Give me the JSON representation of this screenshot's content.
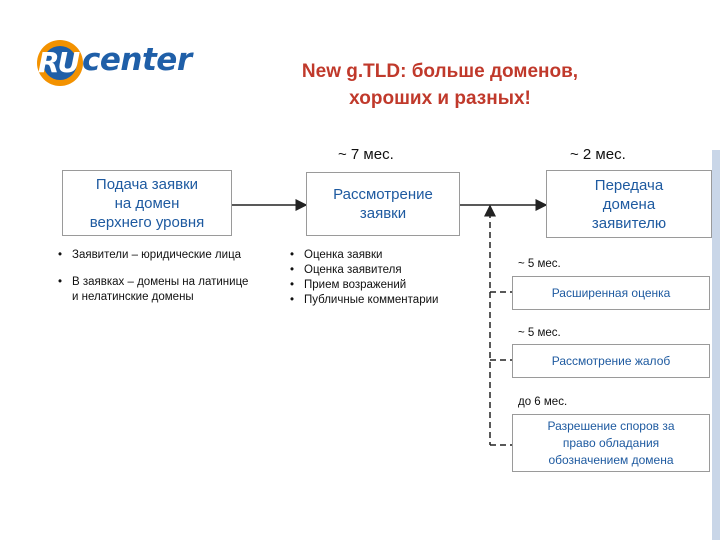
{
  "logo": {
    "prefix": "RU",
    "name": "center"
  },
  "title": {
    "line1": "New g.TLD: больше доменов,",
    "line2": "хороших и разных!"
  },
  "durations": {
    "stage2": "~ 7 мес.",
    "stage3": "~ 2 мес."
  },
  "stages": [
    {
      "lines": [
        "Подача заявки",
        "на домен",
        "верхнего уровня"
      ]
    },
    {
      "lines": [
        "Рассмотрение",
        "заявки"
      ]
    },
    {
      "lines": [
        "Передача",
        "домена",
        "заявителю"
      ]
    }
  ],
  "stage1_bullets": [
    "Заявители – юридические лица",
    "В заявках – домены на латинице и нелатинские домены"
  ],
  "stage2_bullets": [
    "Оценка заявки",
    "Оценка заявителя",
    "Прием возражений",
    "Публичные комментарии"
  ],
  "substages": [
    {
      "duration": "~ 5 мес.",
      "lines": [
        "Расширенная оценка"
      ]
    },
    {
      "duration": "~ 5 мес.",
      "lines": [
        "Рассмотрение жалоб"
      ]
    },
    {
      "duration": "до 6 мес.",
      "lines": [
        "Разрешение споров за",
        "право обладания",
        "обозначением домена"
      ]
    }
  ],
  "colors": {
    "title": "#c0392b",
    "box_text": "#1e5aa0",
    "logo": "#1f5fa8",
    "logo_accent": "#f39200"
  }
}
